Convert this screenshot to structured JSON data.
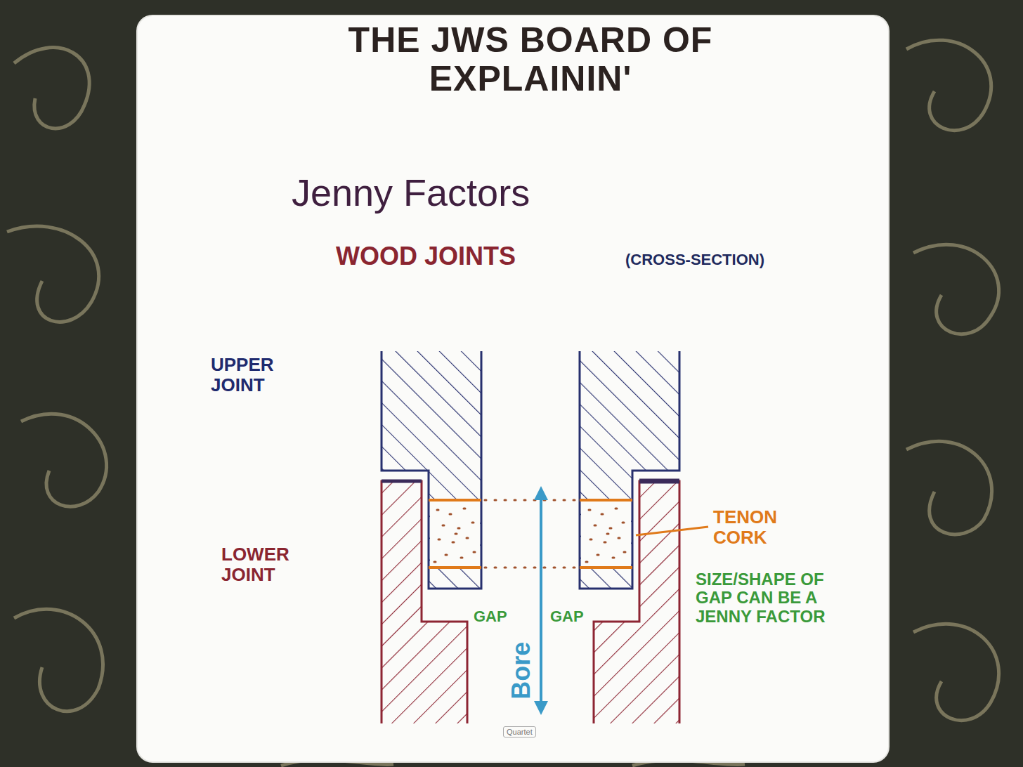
{
  "diagram": {
    "title": "THE JWS BOARD OF EXPLAININ'",
    "labels": [
      "Jenny Factors",
      "WOOD JOINTS",
      "(CROSS-SECTION)",
      "UPPER JOINT",
      "TENON CORK",
      "LOWER JOINT",
      "SIZE/SHAPE OF GAP CAN BE A JENNY FACTOR",
      "GAP",
      "GAP",
      "Bore",
      "Quartet"
    ]
  }
}
